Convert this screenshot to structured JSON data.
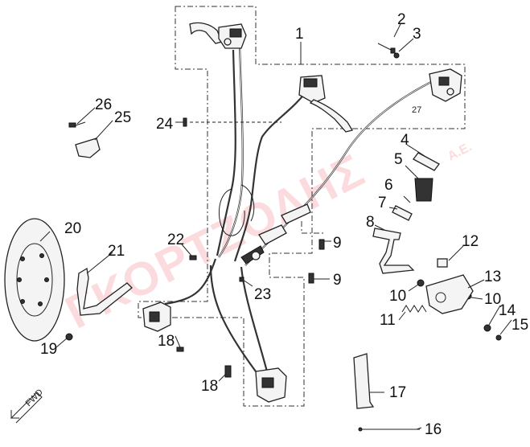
{
  "callouts": [
    {
      "id": "c1",
      "text": "1"
    },
    {
      "id": "c2",
      "text": "2"
    },
    {
      "id": "c3",
      "text": "3"
    },
    {
      "id": "c4",
      "text": "4"
    },
    {
      "id": "c5",
      "text": "5"
    },
    {
      "id": "c6",
      "text": "6"
    },
    {
      "id": "c7",
      "text": "7"
    },
    {
      "id": "c8",
      "text": "8"
    },
    {
      "id": "c9a",
      "text": "9"
    },
    {
      "id": "c9b",
      "text": "9"
    },
    {
      "id": "c10a",
      "text": "10"
    },
    {
      "id": "c10b",
      "text": "10"
    },
    {
      "id": "c11",
      "text": "11"
    },
    {
      "id": "c12",
      "text": "12"
    },
    {
      "id": "c13",
      "text": "13"
    },
    {
      "id": "c14",
      "text": "14"
    },
    {
      "id": "c15",
      "text": "15"
    },
    {
      "id": "c16",
      "text": "16"
    },
    {
      "id": "c17",
      "text": "17"
    },
    {
      "id": "c18a",
      "text": "18"
    },
    {
      "id": "c18b",
      "text": "18"
    },
    {
      "id": "c19",
      "text": "19"
    },
    {
      "id": "c20",
      "text": "20"
    },
    {
      "id": "c21",
      "text": "21"
    },
    {
      "id": "c22",
      "text": "22"
    },
    {
      "id": "c23",
      "text": "23"
    },
    {
      "id": "c24",
      "text": "24"
    },
    {
      "id": "c25",
      "text": "25"
    },
    {
      "id": "c26",
      "text": "26"
    }
  ],
  "hose_tag": "27",
  "direction_label": "FWD",
  "watermark": "ΓΚΟΡΤΖΟΛΗΣ",
  "watermark_suffix": "Α.Ε.",
  "colors": {
    "line": "#222222",
    "watermark": "#e41e2b",
    "background": "#ffffff"
  }
}
